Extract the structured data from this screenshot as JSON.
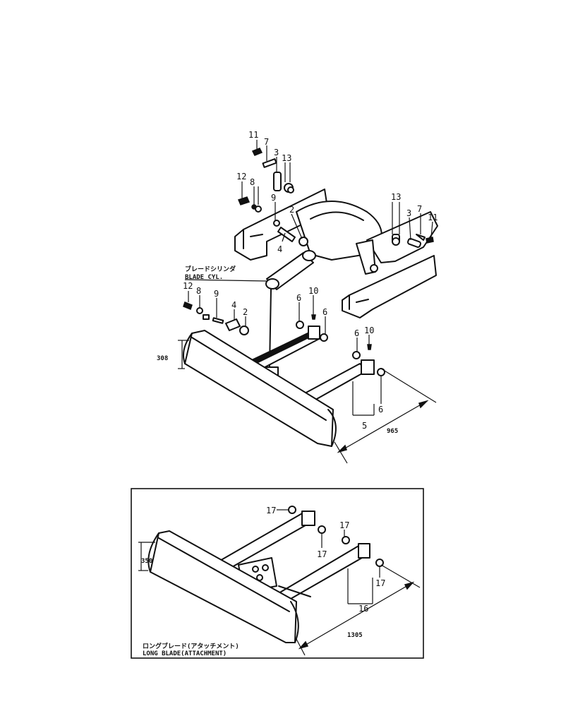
{
  "upper": {
    "callouts": {
      "c11a": "11",
      "c7a": "7",
      "c3a": "3",
      "c13a": "13",
      "c12a": "12",
      "c8a": "8",
      "c9a": "9",
      "c2a": "2",
      "c4a": "4",
      "c13b": "13",
      "c3b": "3",
      "c7b": "7",
      "c11b": "11",
      "c12b": "12",
      "c8b": "8",
      "c9b": "9",
      "c4b": "4",
      "c2b": "2",
      "c6a": "6",
      "c10a": "10",
      "c6b": "6",
      "c6c": "6",
      "c10b": "10",
      "c6d": "6",
      "c5": "5"
    },
    "label_jp": "ブレードシリンダ",
    "label_en": "BLADE CYL.",
    "dim_height": "308",
    "dim_width": "965"
  },
  "lower": {
    "callouts": {
      "c17a": "17",
      "c17b": "17",
      "c17c": "17",
      "c17d": "17",
      "c16": "16"
    },
    "dim_height": "350",
    "dim_width": "1305",
    "caption_jp": "ロングブレード(アタッチメント)",
    "caption_en": "LONG BLADE(ATTACHMENT)"
  }
}
